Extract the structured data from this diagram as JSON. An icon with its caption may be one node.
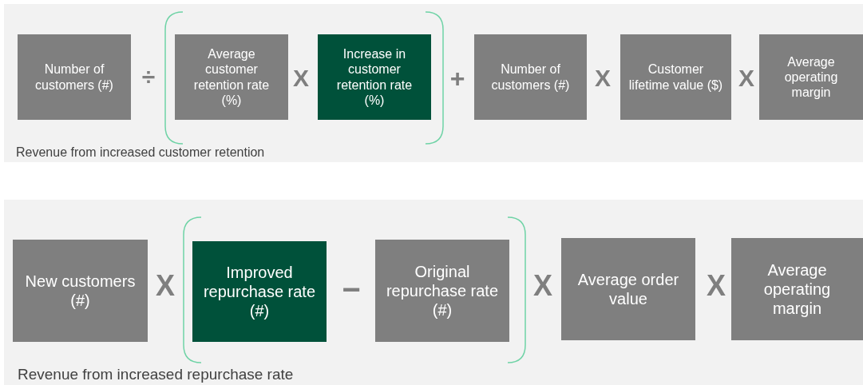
{
  "diagram": {
    "nodes": [
      {
        "text": [
          "Revenue from increased customer retention"
        ]
      },
      {
        "text": [
          "Number of customers (#)"
        ],
        "in": 0
      },
      {
        "text": [
          "Average customer retention rate (%)"
        ],
        "in": 0
      },
      {
        "text": [
          "Increase in customer retention rate (%)"
        ],
        "in": 0
      },
      {
        "text": [
          "Number of customers (#)"
        ],
        "in": 0
      },
      {
        "text": [
          "Customer lifetime value ($)"
        ],
        "in": 0
      },
      {
        "text": [
          "Average operating margin"
        ],
        "in": 0
      },
      {
        "text": [
          "Revenue from increased repurchase rate"
        ]
      },
      {
        "text": [
          "New customers (#)"
        ],
        "in": 7
      },
      {
        "text": [
          "Improved repurchase rate (#)"
        ],
        "in": 7
      },
      {
        "text": [
          "Original repurchase rate (#)"
        ],
        "in": 7
      },
      {
        "text": [
          "Average order value"
        ],
        "in": 7
      },
      {
        "text": [
          "Average operating margin"
        ],
        "in": 7
      }
    ],
    "edges": [],
    "labels": [
      "÷",
      "X",
      "+",
      "X",
      "X",
      "X",
      "−",
      "X",
      "X"
    ]
  }
}
